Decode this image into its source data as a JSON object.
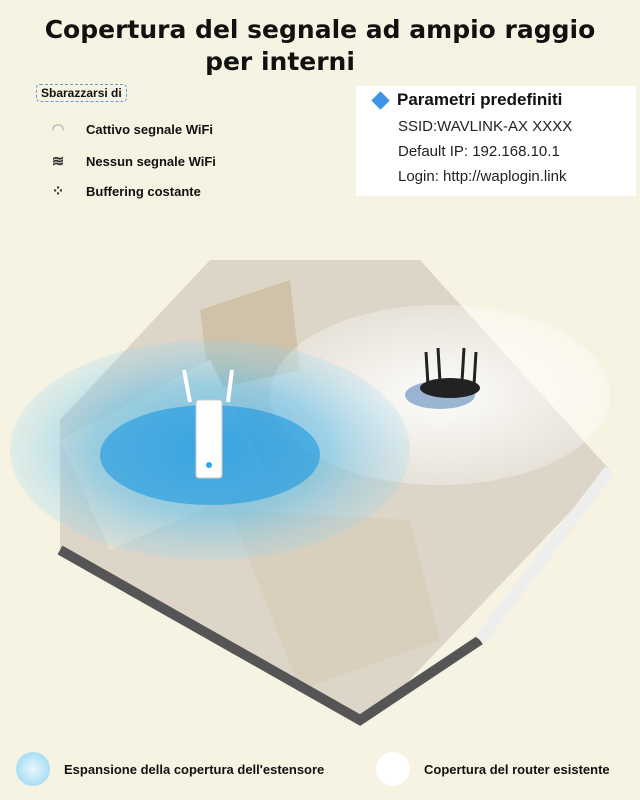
{
  "title": {
    "line1": "Copertura del segnale ad ampio raggio",
    "line2": "per interni"
  },
  "problems": {
    "tag": "Sbarazzarsi di",
    "items": [
      {
        "icon": "weak-wifi-icon",
        "label": "Cattivo segnale WiFi"
      },
      {
        "icon": "no-wifi-icon",
        "label": "Nessun segnale WiFi"
      },
      {
        "icon": "buffering-icon",
        "label": "Buffering costante"
      }
    ]
  },
  "params": {
    "title": "Parametri predefiniti",
    "ssid": "SSID:WAVLINK-AX XXXX",
    "ip": "Default IP: 192.168.10.1",
    "login": "Login: http://waplogin.link"
  },
  "legend": [
    {
      "label": "Espansione della copertura dell'estensore",
      "color": "#8fd3f2"
    },
    {
      "label": "Copertura del router esistente",
      "color": "#ffffff"
    }
  ],
  "colors": {
    "accent": "#3d94e6",
    "extender_signal": "#29a8e8"
  }
}
